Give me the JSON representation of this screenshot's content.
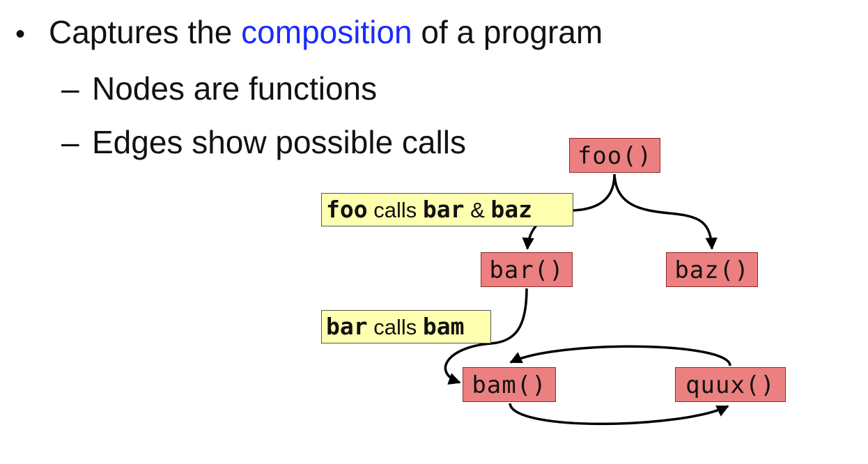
{
  "bullets": {
    "main": {
      "marker": "•",
      "prefix": "Captures the ",
      "highlight": "composition",
      "suffix": " of a program"
    },
    "sub": [
      {
        "marker": "–",
        "text": "Nodes are functions"
      },
      {
        "marker": "–",
        "text": "Edges show possible calls"
      }
    ]
  },
  "colors": {
    "highlight": "#1a2bff",
    "node_fill": "#ec8080",
    "callout_fill": "#ffffb0"
  },
  "graph": {
    "nodes": {
      "foo": "foo()",
      "bar": "bar()",
      "baz": "baz()",
      "bam": "bam()",
      "quux": "quux()"
    },
    "edges": [
      {
        "from": "foo",
        "to": "bar"
      },
      {
        "from": "foo",
        "to": "baz"
      },
      {
        "from": "bar",
        "to": "bam"
      },
      {
        "from": "bam",
        "to": "quux"
      },
      {
        "from": "quux",
        "to": "bam"
      }
    ],
    "callouts": {
      "foo": {
        "caller": "foo",
        "verb": " calls ",
        "callee1": "bar",
        "conj": " & ",
        "callee2": "baz"
      },
      "bar": {
        "caller": "bar",
        "verb": " calls ",
        "callee1": "bam"
      }
    }
  }
}
